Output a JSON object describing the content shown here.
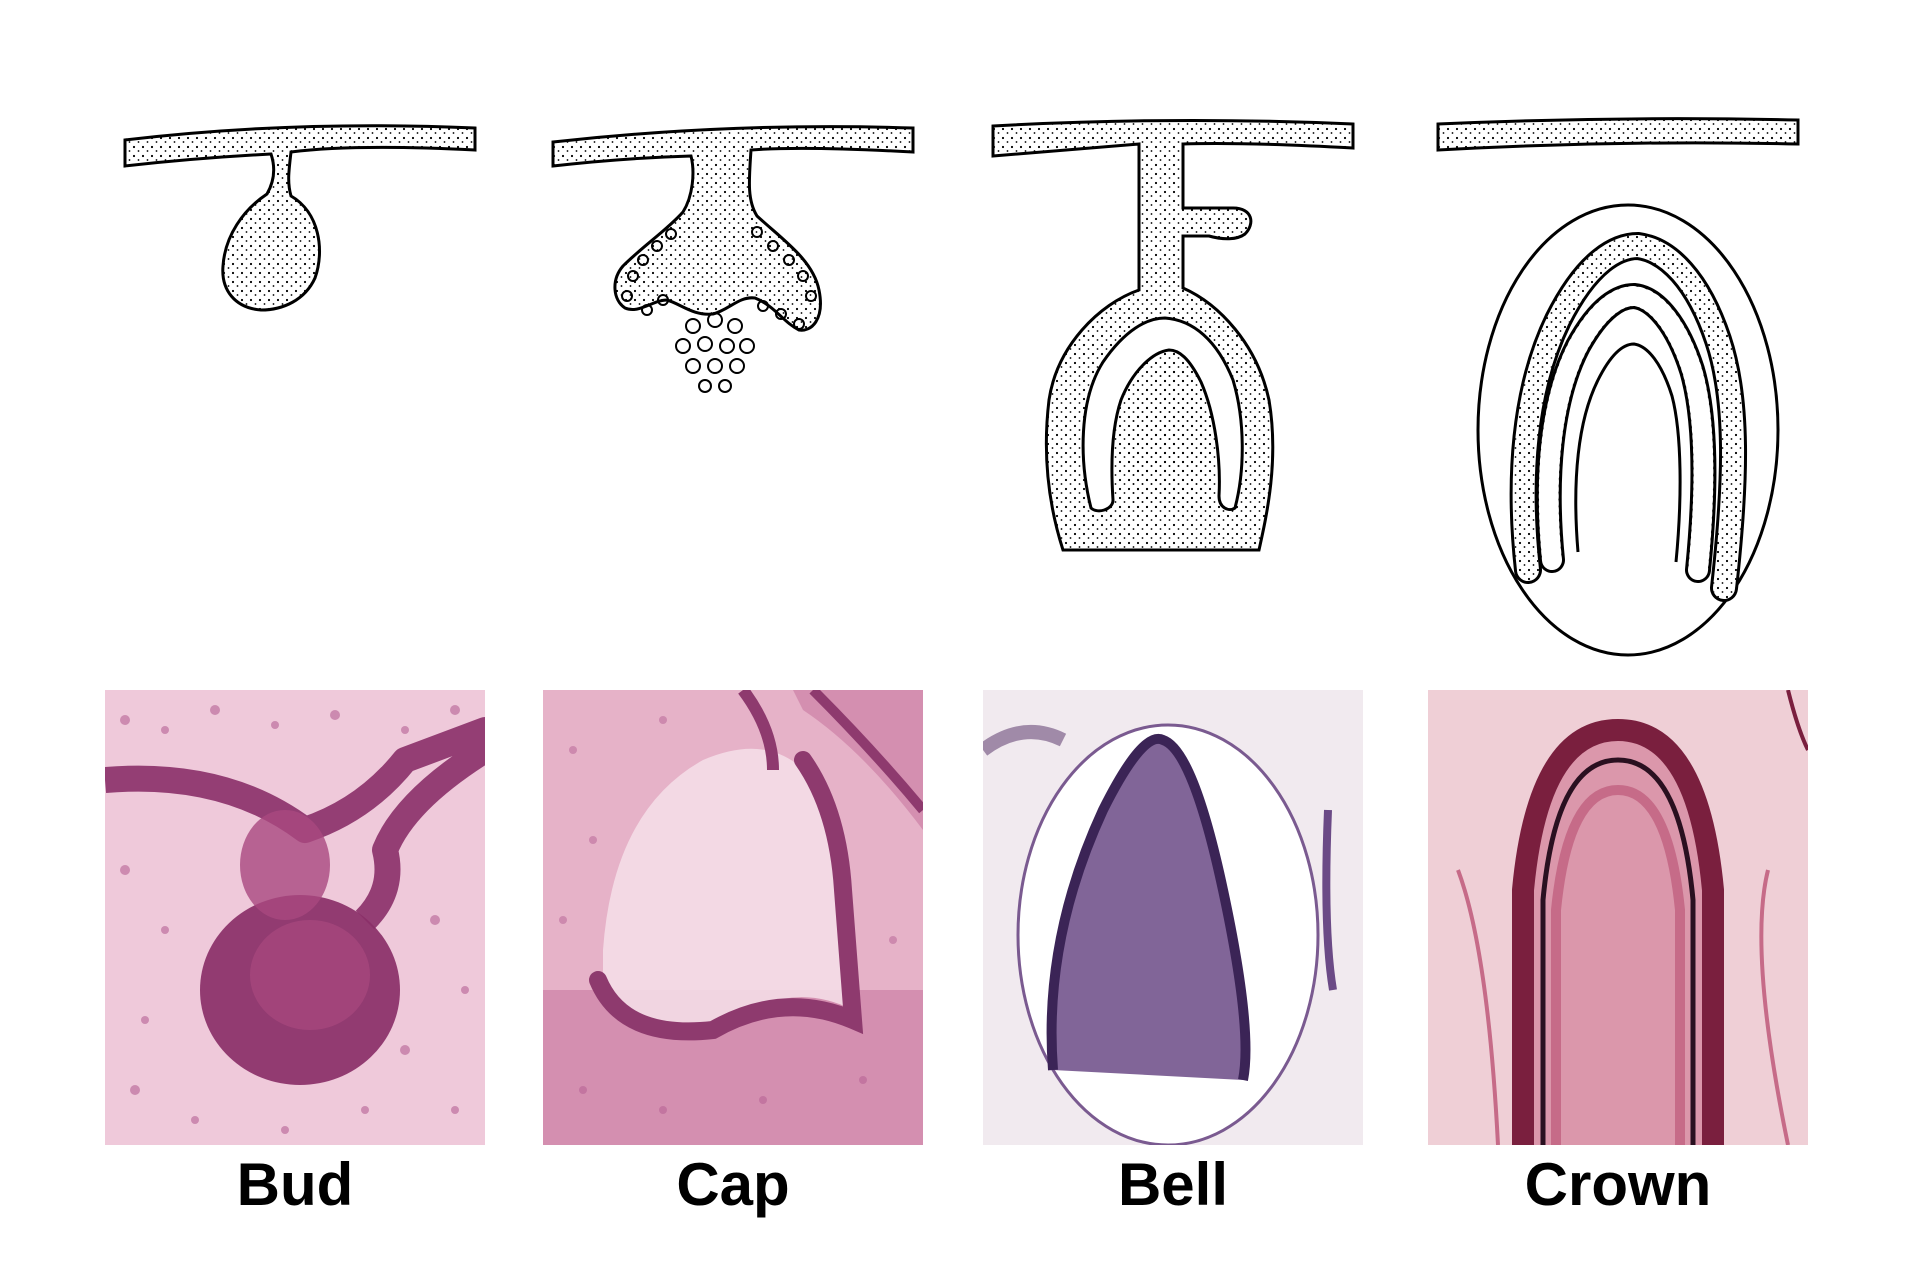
{
  "figure": {
    "stages": [
      {
        "id": "bud",
        "label": "Bud"
      },
      {
        "id": "cap",
        "label": "Cap"
      },
      {
        "id": "bell",
        "label": "Bell"
      },
      {
        "id": "crown",
        "label": "Crown"
      }
    ]
  },
  "colors": {
    "line": "#000000",
    "tissue_light": "#f3dbe6",
    "tissue_pink": "#e8b7cc",
    "tissue_dark": "#8a2f68",
    "bell_stain": "#6b4a86",
    "crown_bg": "#efcfd6",
    "crown_dark": "#7a1f3e"
  }
}
